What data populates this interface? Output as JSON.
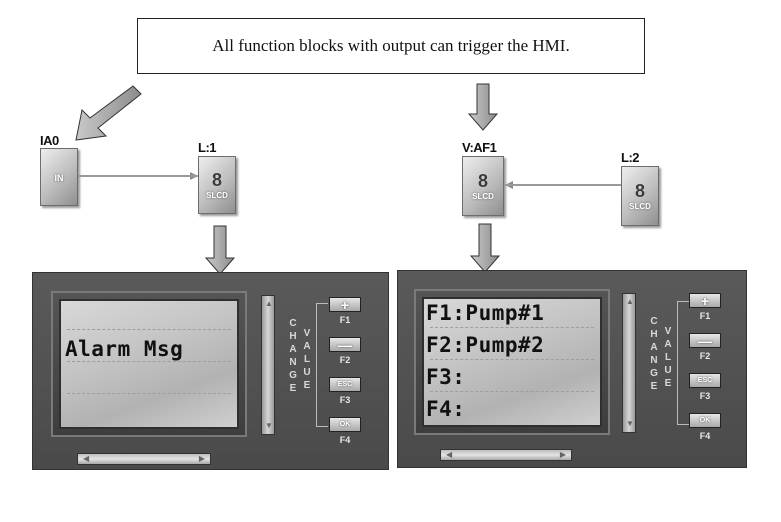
{
  "callout": {
    "text": "All function blocks with output can trigger the HMI."
  },
  "left": {
    "input_block": {
      "label": "IA0",
      "sub": "IN"
    },
    "lcd_block": {
      "label": "L:1",
      "digit": "8",
      "sub": "SLCD"
    },
    "screen_lines": [
      "",
      "Alarm Msg",
      "",
      ""
    ]
  },
  "right": {
    "af_block": {
      "label": "V:AF1",
      "digit": "8",
      "sub": "SLCD"
    },
    "lcd_block": {
      "label": "L:2",
      "digit": "8",
      "sub": "SLCD"
    },
    "screen_lines": [
      "F1:Pump#1",
      "F2:Pump#2",
      "F3:",
      "F4:"
    ]
  },
  "panel": {
    "change_word": [
      "C",
      "H",
      "A",
      "N",
      "G",
      "E"
    ],
    "value_word": [
      "V",
      "A",
      "L",
      "U",
      "E"
    ],
    "buttons": [
      {
        "symbol": "+",
        "fkey": "F1"
      },
      {
        "symbol": "—",
        "fkey": "F2"
      },
      {
        "symbol": "ESC",
        "fkey": "F3"
      },
      {
        "symbol": "OK",
        "fkey": "F4"
      }
    ]
  },
  "colors": {
    "hmi_body": "#4f4f4f",
    "screen": "#c4c4c4",
    "arrow": "#9e9e9e"
  }
}
